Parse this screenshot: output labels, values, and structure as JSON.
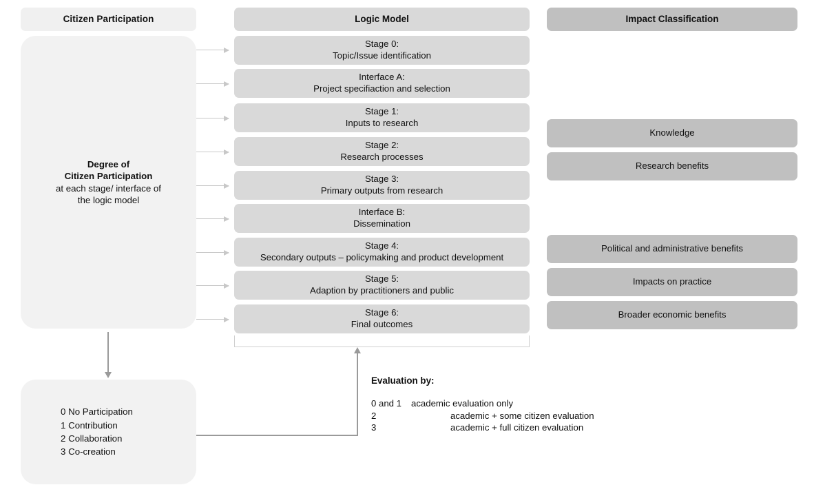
{
  "columns": {
    "participation": {
      "header": "Citizen Participation",
      "body": {
        "line1": "Degree of",
        "line2": "Citizen Participation",
        "line3": "at each stage/ interface of",
        "line4": "the logic model"
      },
      "levels": [
        "0 No Participation",
        "1 Contribution",
        "2 Collaboration",
        "3 Co-creation"
      ]
    },
    "logic_model": {
      "header": "Logic Model",
      "stages": [
        {
          "title": "Stage 0:",
          "subtitle": "Topic/Issue identification"
        },
        {
          "title": "Interface A:",
          "subtitle": "Project specifiaction and selection"
        },
        {
          "title": "Stage 1:",
          "subtitle": "Inputs to research"
        },
        {
          "title": "Stage 2:",
          "subtitle": "Research processes"
        },
        {
          "title": "Stage 3:",
          "subtitle": "Primary outputs from research"
        },
        {
          "title": "Interface B:",
          "subtitle": "Dissemination"
        },
        {
          "title": "Stage 4:",
          "subtitle": "Secondary outputs – policymaking and product development"
        },
        {
          "title": "Stage 5:",
          "subtitle": "Adaption by practitioners and public"
        },
        {
          "title": "Stage 6:",
          "subtitle": "Final outcomes"
        }
      ]
    },
    "impact": {
      "header": "Impact Classification",
      "group_a": [
        "Knowledge",
        "Research benefits"
      ],
      "group_b": [
        "Political and administrative benefits",
        "Impacts on practice",
        "Broader economic benefits"
      ]
    }
  },
  "evaluation": {
    "title": "Evaluation by:",
    "rows": [
      {
        "key": "0 and 1",
        "value": "academic evaluation only"
      },
      {
        "key": "2",
        "value": "academic + some citizen evaluation"
      },
      {
        "key": "3",
        "value": "academic + full citizen evaluation"
      }
    ]
  },
  "colors": {
    "panel_light": "#f2f2f2",
    "logic_box": "#d9d9d9",
    "impact_box": "#c0c0c0",
    "arrow_light": "#c8c8c8",
    "arrow_dark": "#9a9a9a",
    "bracket": "#cfcfcf",
    "text": "#111111",
    "background": "#ffffff"
  }
}
